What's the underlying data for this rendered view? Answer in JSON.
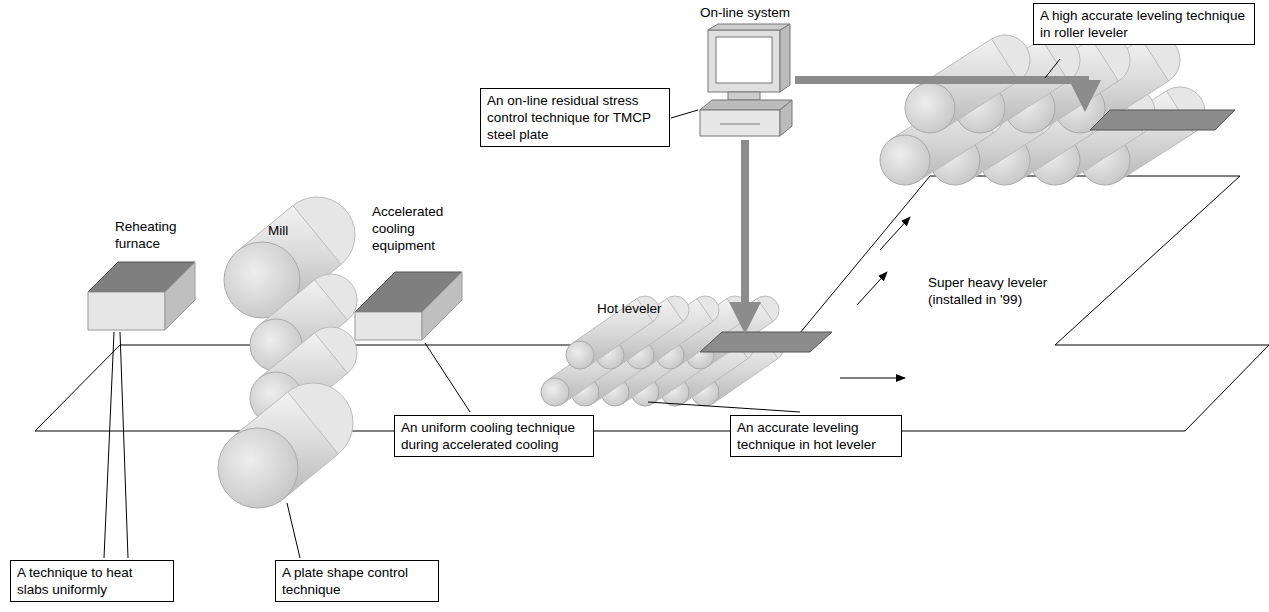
{
  "diagram": {
    "nodes": [
      {
        "text": [
          "A high accurate leveling technique in roller leveler"
        ]
      },
      {
        "text": [
          "An on-line residual stress control technique for TMCP steel plate"
        ]
      },
      {
        "text": [
          "An uniform cooling technique during accelerated cooling"
        ]
      },
      {
        "text": [
          "An accurate leveling technique in hot leveler"
        ]
      },
      {
        "text": [
          "A technique to heat slabs uniformly"
        ]
      },
      {
        "text": [
          "A plate shape control technique"
        ]
      }
    ],
    "labels": [
      "On-line system",
      "Reheating furnace",
      "Mill",
      "Accelerated cooling equipment",
      "Hot leveler",
      "Super heavy leveler (installed in '99)"
    ]
  }
}
